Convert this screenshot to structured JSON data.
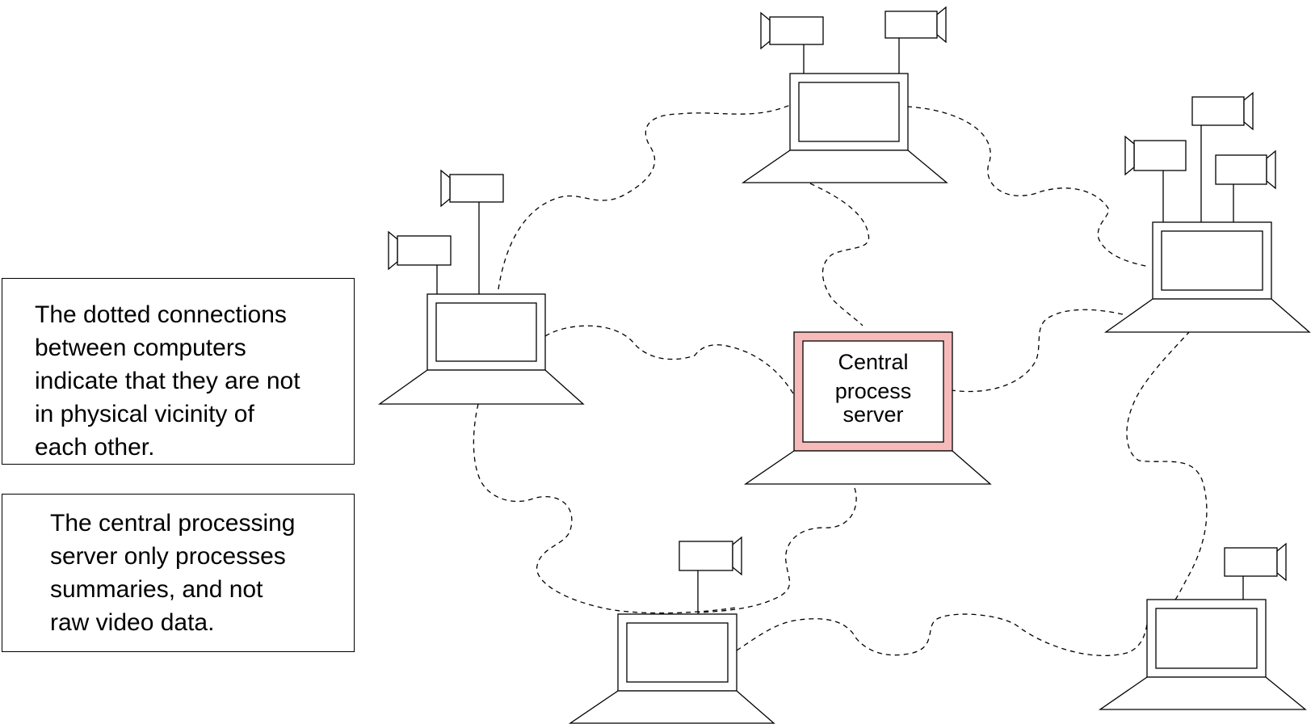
{
  "notes": {
    "dotted_connections": "The dotted connections\nbetween computers\nindicate that they are not\nin physical vicinity of\neach other.",
    "central_server": "The central processing\nserver only processes\nsummaries, and not\nraw video data."
  },
  "server": {
    "label_line1": "Central",
    "label_line2": "process",
    "label_line3": "server",
    "highlight_color": "#f7baba"
  },
  "icons": {
    "computer": "laptop-icon",
    "camera": "video-camera-icon"
  },
  "nodes": [
    {
      "id": "top",
      "cameras": 2
    },
    {
      "id": "left",
      "cameras": 2
    },
    {
      "id": "right",
      "cameras": 3
    },
    {
      "id": "bottom",
      "cameras": 1
    },
    {
      "id": "bottom-right",
      "cameras": 1
    },
    {
      "id": "central-server",
      "cameras": 0
    }
  ]
}
